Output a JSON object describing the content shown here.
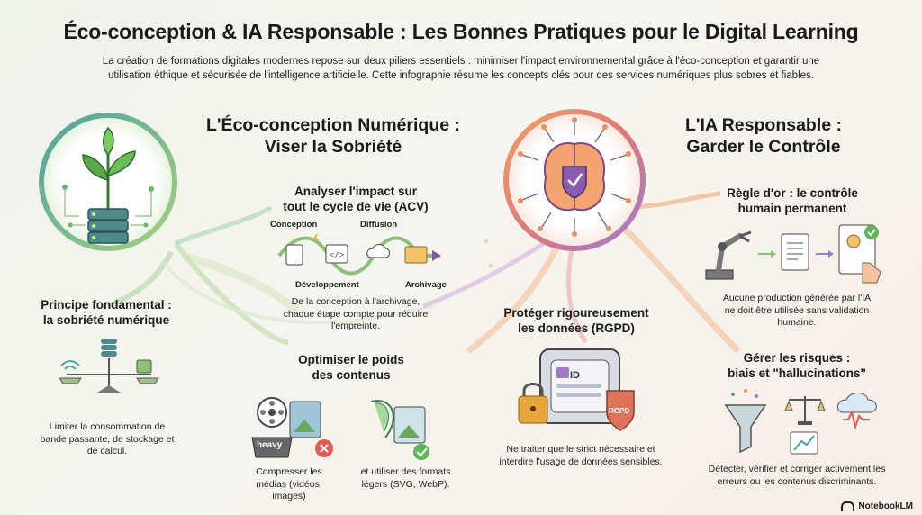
{
  "header": {
    "title": "Éco-conception & IA Responsable : Les Bonnes Pratiques pour le Digital Learning",
    "intro_line1": "La création de formations digitales modernes repose sur deux piliers essentiels : minimiser l'impact environnemental grâce à l'éco-conception et garantir une",
    "intro_line2": "utilisation éthique et sécurisée de l'intelligence artificielle. Cette infographie résume les concepts clés pour des services numériques plus sobres et fiables."
  },
  "eco": {
    "title_line1": "L'Éco-conception Numérique :",
    "title_line2": "Viser la Sobriété",
    "principle": {
      "title_line1": "Principe fondamental :",
      "title_line2": "la sobriété numérique",
      "text": "Limiter la consommation de bande passante, de stockage et de calcul."
    },
    "acv": {
      "title_line1": "Analyser l'impact sur",
      "title_line2": "tout le cycle de vie (ACV)",
      "stage_conception": "Conception",
      "stage_diffusion": "Diffusion",
      "stage_developpement": "Développement",
      "stage_archivage": "Archivage",
      "text_line1": "De la conception à l'archivage,",
      "text_line2": "chaque étape compte pour réduire",
      "text_line3": "l'empreinte."
    },
    "weight": {
      "title_line1": "Optimiser le poids",
      "title_line2": "des contenus",
      "heavy_label": "heavy",
      "compress_text": "Compresser les médias (vidéos, images)",
      "formats_text": "et utiliser des formats légers (SVG, WebP)."
    }
  },
  "ai": {
    "title_line1": "L'IA Responsable :",
    "title_line2": "Garder le Contrôle",
    "control": {
      "title_line1": "Règle d'or : le contrôle",
      "title_line2": "humain permanent",
      "text": "Aucune production générée par l'IA ne doit être utilisée sans validation humaine."
    },
    "rgpd": {
      "title_line1": "Protéger rigoureusement",
      "title_line2": "les données (RGPD)",
      "id_label": "ID",
      "shield_label": "RGPD",
      "text": "Ne traiter que le strict nécessaire et interdire l'usage de données sensibles."
    },
    "risks": {
      "title_line1": "Gérer les risques :",
      "title_line2": "biais et \"hallucinations\"",
      "text": "Détecter, vérifier et corriger activement les erreurs ou les contenus discriminants."
    }
  },
  "footer": {
    "brand": "NotebookLM"
  },
  "colors": {
    "green": "#8cc07a",
    "teal": "#4fa3a0",
    "orange": "#e8935a",
    "purple": "#a07bc4"
  }
}
